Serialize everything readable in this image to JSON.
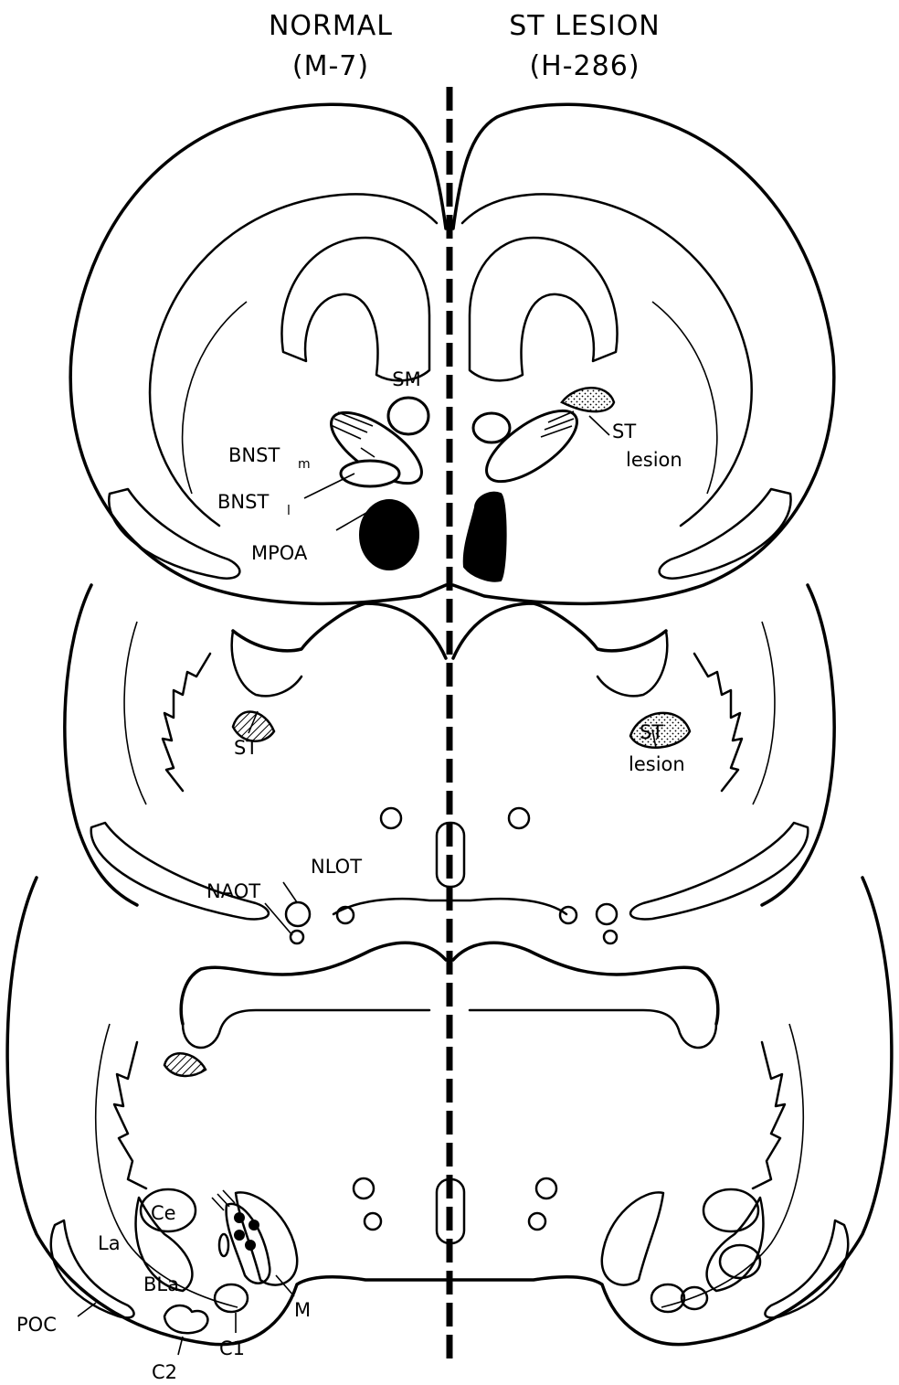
{
  "headings": {
    "left_line1": "NORMAL",
    "left_line2": "(M-7)",
    "right_line1": "ST LESION",
    "right_line2": "(H-286)"
  },
  "labels": {
    "sm": "SM",
    "bnst_m": "BNST",
    "bnst_m_sub": "m",
    "bnst_l": "BNST",
    "bnst_l_sub": "l",
    "mpoa": "MPOA",
    "st_lesion_top_1": "ST",
    "st_lesion_top_2": "lesion",
    "st": "ST",
    "st_lesion_mid_1": "ST",
    "st_lesion_mid_2": "lesion",
    "nlot": "NLOT",
    "naot": "NAOT",
    "ce": "Ce",
    "la": "La",
    "bla": "BLa",
    "poc": "POC",
    "m": "M",
    "c1": "C1",
    "c2": "C2"
  },
  "colors": {
    "ink": "#000000",
    "paper": "#ffffff"
  }
}
